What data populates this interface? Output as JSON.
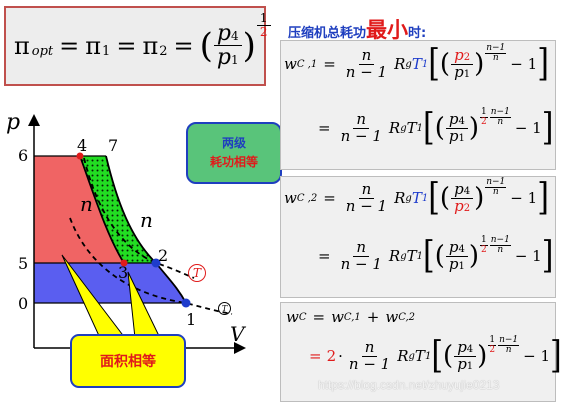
{
  "title_formula": {
    "pi": "π",
    "opt_sub": "opt",
    "pi1": "π",
    "sub1": "1",
    "pi2": "π",
    "sub2": "2",
    "eq": "=",
    "p4": "p",
    "p4_sub": "4",
    "p1": "p",
    "p1_sub": "1",
    "exp_num": "1",
    "exp_den": "2"
  },
  "heading": {
    "prefix": "压缩机总耗功",
    "emph": "最小",
    "suffix": "时:"
  },
  "callout_two_stage": {
    "line1": "两级",
    "line2": "耗功相等"
  },
  "callout_area": {
    "text": "面积相等"
  },
  "diagram": {
    "axis_p": "p",
    "axis_v": "V",
    "tick_6": "6",
    "tick_5": "5",
    "tick_0": "0",
    "pt4": "4",
    "pt7": "7",
    "pt2": "2",
    "pt3": "3",
    "pt1": "1",
    "n_left": "n",
    "n_right": "n",
    "t_mark": "T",
    "t_mark_small": "T",
    "colors": {
      "red_fill": "#f06464",
      "blue_fill": "#5a5ef0",
      "green_fill": "#22dd22",
      "yellow": "#ffff00",
      "panel_green": "#59c47a"
    }
  },
  "equations": {
    "wc1_lhs": "w",
    "wc1_sub": "C ,1",
    "wc2_lhs": "w",
    "wc2_sub": "C ,2",
    "wc_lhs": "w",
    "wc_sub": "C",
    "n": "n",
    "n_minus_1": "n − 1",
    "R": "R",
    "g": "g",
    "T": "T",
    "T_sub": "1",
    "minus_one": "− 1",
    "eq": "=",
    "exp_num": "n−1",
    "exp_den": "n",
    "half_num": "1",
    "half_den": "2",
    "plus": "+",
    "two": "2",
    "dot": "·",
    "wc_rhs_a": "w",
    "wc_rhs_a_sub": "C,1",
    "wc_rhs_b": "w",
    "wc_rhs_b_sub": "C,2"
  },
  "watermark": "https://blog.csdn.net/zhuyujie0213"
}
